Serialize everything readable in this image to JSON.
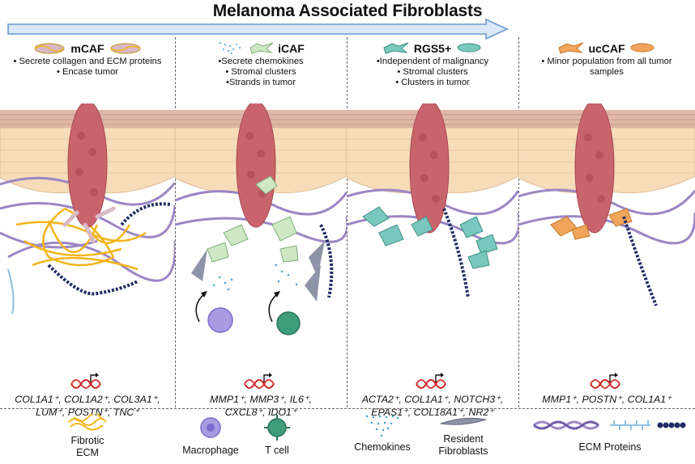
{
  "title": "Melanoma Associated Fibroblasts",
  "panels": [
    {
      "name": "mCAF",
      "lines": [
        "• Secrete collagen and ECM proteins",
        "• Encase tumor"
      ],
      "gene_lines": [
        "COL1A1⁺, COL1A2⁺, COL3A1⁺,",
        "LUM⁺, POSTN⁺, TNC⁺"
      ],
      "cell_color": "#d9b9c6"
    },
    {
      "name": "iCAF",
      "lines": [
        "•Secrete chemokines",
        "• Stromal clusters",
        "•Strands in tumor"
      ],
      "gene_lines": [
        "MMP1⁺, MMP3⁺, IL6⁺,",
        "CXCL8⁺, IDO1⁺"
      ],
      "cell_color": "#cfe8c4"
    },
    {
      "name": "RGS5+",
      "lines": [
        "•Independent of malignancy",
        "• Stromal clusters",
        "• Clusters in tumor"
      ],
      "gene_lines": [
        "ACTA2⁺, COL1A1⁺, NOTCH3⁺,",
        "EPAS1⁺, COL18A1⁺, NR2⁺"
      ],
      "cell_color": "#79c8bf"
    },
    {
      "name": "ucCAF",
      "lines": [
        "• Minor population from all tumor",
        "samples"
      ],
      "gene_lines": [
        "MMP1⁺, POSTN⁺, COL1A1⁺"
      ],
      "cell_color": "#f0a55a"
    }
  ],
  "legend": {
    "fibrotic_ecm": "Fibrotic\nECM",
    "macrophage": "Macrophage",
    "t_cell": "T cell",
    "chemokines": "Chemokines",
    "resident_fibroblasts": "Resident\nFibroblasts",
    "ecm_proteins": "ECM Proteins"
  },
  "colors": {
    "tumor": "#c8656c",
    "skin_dermis": "#f6dcb9",
    "skin_top": "#e0b8a8",
    "ecm_purple": "#9b86c4",
    "ecm_navy": "#1f2c66",
    "ecm_blue": "#8fc1df",
    "fibrotic": "#f3b51a",
    "macrophage": "#a99be0",
    "tcell": "#3f9d7c",
    "chemokine": "#3a9bd1",
    "resident": "#8e94a8",
    "arrow_fill": "#dbe8f6",
    "arrow_stroke": "#6b9bd0"
  }
}
